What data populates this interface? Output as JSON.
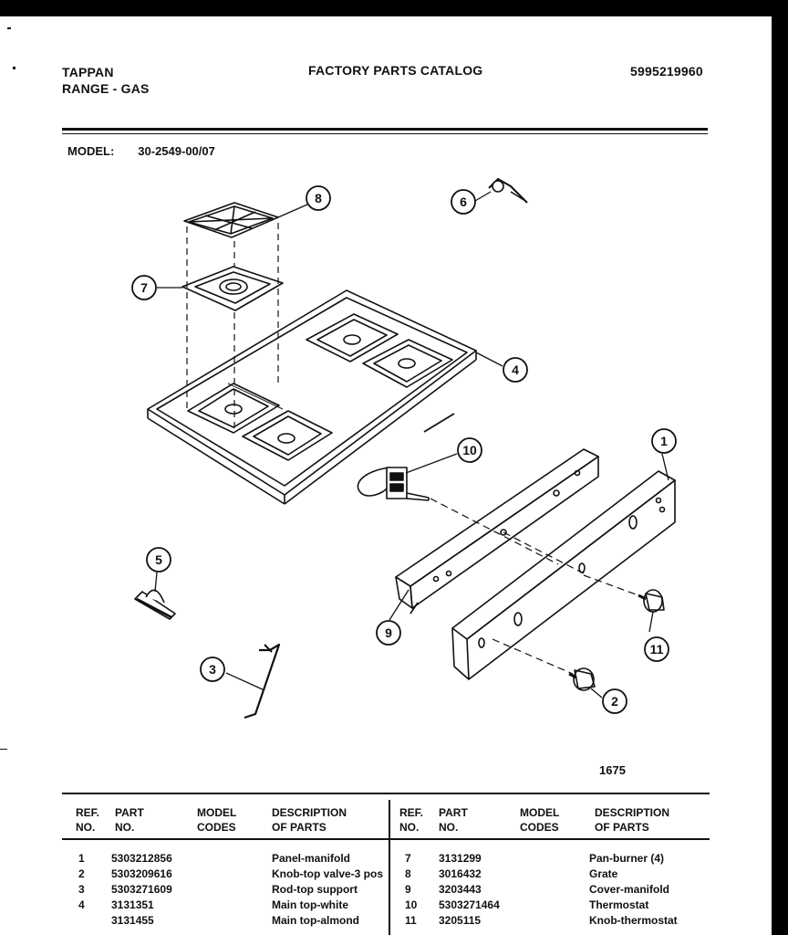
{
  "header": {
    "brand": "TAPPAN",
    "product": "RANGE - GAS",
    "catalog_title": "FACTORY PARTS CATALOG",
    "catalog_number": "5995219960"
  },
  "model": {
    "label": "MODEL:",
    "value": "30-2549-00/07"
  },
  "callouts": [
    "1",
    "2",
    "3",
    "4",
    "5",
    "6",
    "7",
    "8",
    "9",
    "10",
    "11"
  ],
  "page_code": "1675",
  "parts_table": {
    "headers": {
      "ref": [
        "REF.",
        "NO."
      ],
      "part": [
        "PART",
        "NO."
      ],
      "model": [
        "MODEL",
        "CODES"
      ],
      "desc": [
        "DESCRIPTION",
        "OF PARTS"
      ]
    },
    "left_rows": [
      {
        "ref": "1",
        "part": "5303212856",
        "codes": "",
        "desc": "Panel-manifold"
      },
      {
        "ref": "2",
        "part": "5303209616",
        "codes": "",
        "desc": "Knob-top valve-3 pos"
      },
      {
        "ref": "3",
        "part": "5303271609",
        "codes": "",
        "desc": "Rod-top support"
      },
      {
        "ref": "4",
        "part": "3131351",
        "codes": "",
        "desc": "Main top-white"
      },
      {
        "ref": "",
        "part": "3131455",
        "codes": "",
        "desc": "Main top-almond"
      }
    ],
    "right_rows": [
      {
        "ref": "7",
        "part": "3131299",
        "codes": "",
        "desc": "Pan-burner (4)"
      },
      {
        "ref": "8",
        "part": "3016432",
        "codes": "",
        "desc": "Grate"
      },
      {
        "ref": "9",
        "part": "3203443",
        "codes": "",
        "desc": "Cover-manifold"
      },
      {
        "ref": "10",
        "part": "5303271464",
        "codes": "",
        "desc": "Thermostat"
      },
      {
        "ref": "11",
        "part": "3205115",
        "codes": "",
        "desc": "Knob-thermostat"
      }
    ]
  }
}
